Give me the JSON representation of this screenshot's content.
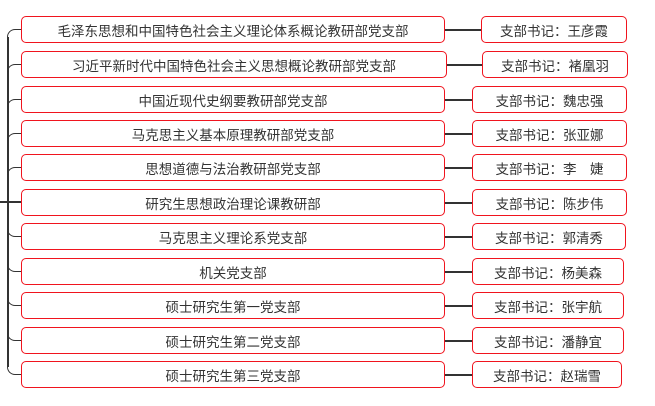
{
  "branches": [
    {
      "name": "毛泽东思想和中国特色社会主义理论体系概论教研部党支部",
      "secretary": "支部书记：王彦霞"
    },
    {
      "name": "习近平新时代中国特色社会主义思想概论教研部党支部",
      "secretary": "支部书记：褚凰羽"
    },
    {
      "name": "中国近现代史纲要教研部党支部",
      "secretary": "支部书记：魏忠强"
    },
    {
      "name": "马克思主义基本原理教研部党支部",
      "secretary": "支部书记：张亚娜"
    },
    {
      "name": "思想道德与法治教研部党支部",
      "secretary": "支部书记：李　婕"
    },
    {
      "name": "研究生思想政治理论课教研部",
      "secretary": "支部书记：陈步伟"
    },
    {
      "name": "马克思主义理论系党支部",
      "secretary": "支部书记：郭清秀"
    },
    {
      "name": "机关党支部",
      "secretary": "支部书记：杨美森"
    },
    {
      "name": "硕士研究生第一党支部",
      "secretary": "支部书记：张宇航"
    },
    {
      "name": "硕士研究生第二党支部",
      "secretary": "支部书记：潘静宜"
    },
    {
      "name": "硕士研究生第三党支部",
      "secretary": "支部书记：赵瑞雪"
    }
  ]
}
